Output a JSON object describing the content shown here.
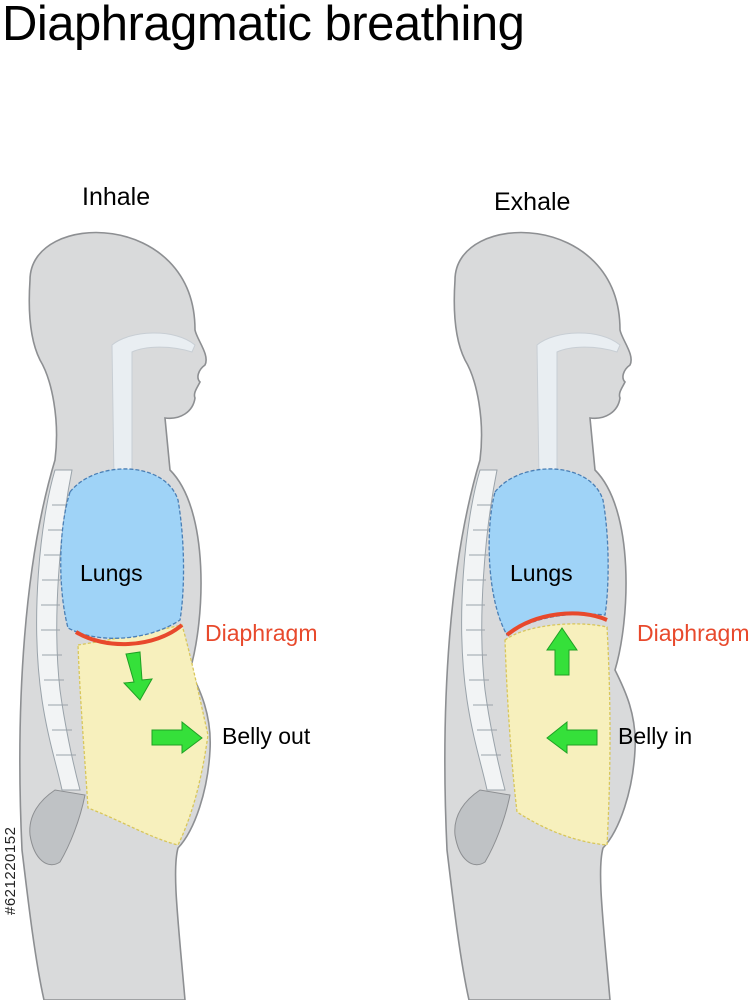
{
  "title": "Diaphragmatic breathing",
  "panels": [
    {
      "heading": "Inhale",
      "lungs": "Lungs",
      "diaphragm": "Diaphragm",
      "belly": "Belly out"
    },
    {
      "heading": "Exhale",
      "lungs": "Lungs",
      "diaphragm": "Diaphragm",
      "belly": "Belly in"
    }
  ],
  "stock_id": "#621220152",
  "colors": {
    "body": "#d9dadb",
    "body_outline": "#8d8f92",
    "lungs": "#9fd3f7",
    "lungs_outline": "#4a7fb5",
    "abdomen": "#f7f0bd",
    "abdomen_outline": "#d8c65a",
    "diaphragm": "#e8492c",
    "arrow": "#35e03a",
    "spine": "#f2f4f5"
  }
}
